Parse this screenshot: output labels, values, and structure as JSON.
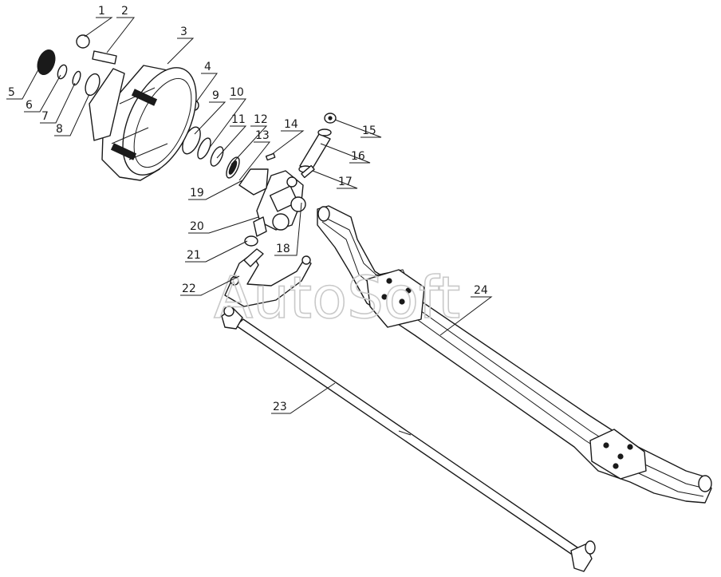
{
  "watermark": "AutoSoft",
  "labels": [
    "1",
    "2",
    "3",
    "4",
    "5",
    "6",
    "7",
    "8",
    "9",
    "10",
    "11",
    "12",
    "13",
    "14",
    "15",
    "16",
    "17",
    "18",
    "19",
    "20",
    "21",
    "22",
    "23",
    "24"
  ]
}
